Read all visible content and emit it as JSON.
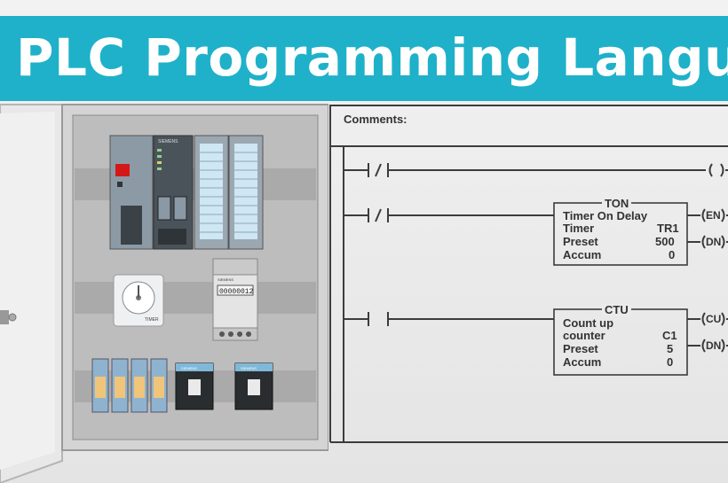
{
  "banner": {
    "title": "PLC Programming Languages",
    "color": "#1fb1c9"
  },
  "cabinet": {
    "cpu_brand": "SIEMENS",
    "timer_label": "TIMER",
    "counter_brand": "SIEMENS",
    "counter_display": "00000012",
    "contactor_brand": "SIEMENS"
  },
  "ladder": {
    "comments_label": "Comments:",
    "ton": {
      "name": "TON",
      "title": "Timer On Delay",
      "timer_label": "Timer",
      "timer_value": "TR1",
      "preset_label": "Preset",
      "preset_value": "500",
      "accum_label": "Accum",
      "accum_value": "0",
      "out1": "EN",
      "out2": "DN"
    },
    "ctu": {
      "name": "CTU",
      "title_line1": "Count up",
      "title_line2": "counter",
      "counter_value": "C1",
      "preset_label": "Preset",
      "preset_value": "5",
      "accum_label": "Accum",
      "accum_value": "0",
      "out1": "CU",
      "out2": "DN"
    }
  }
}
